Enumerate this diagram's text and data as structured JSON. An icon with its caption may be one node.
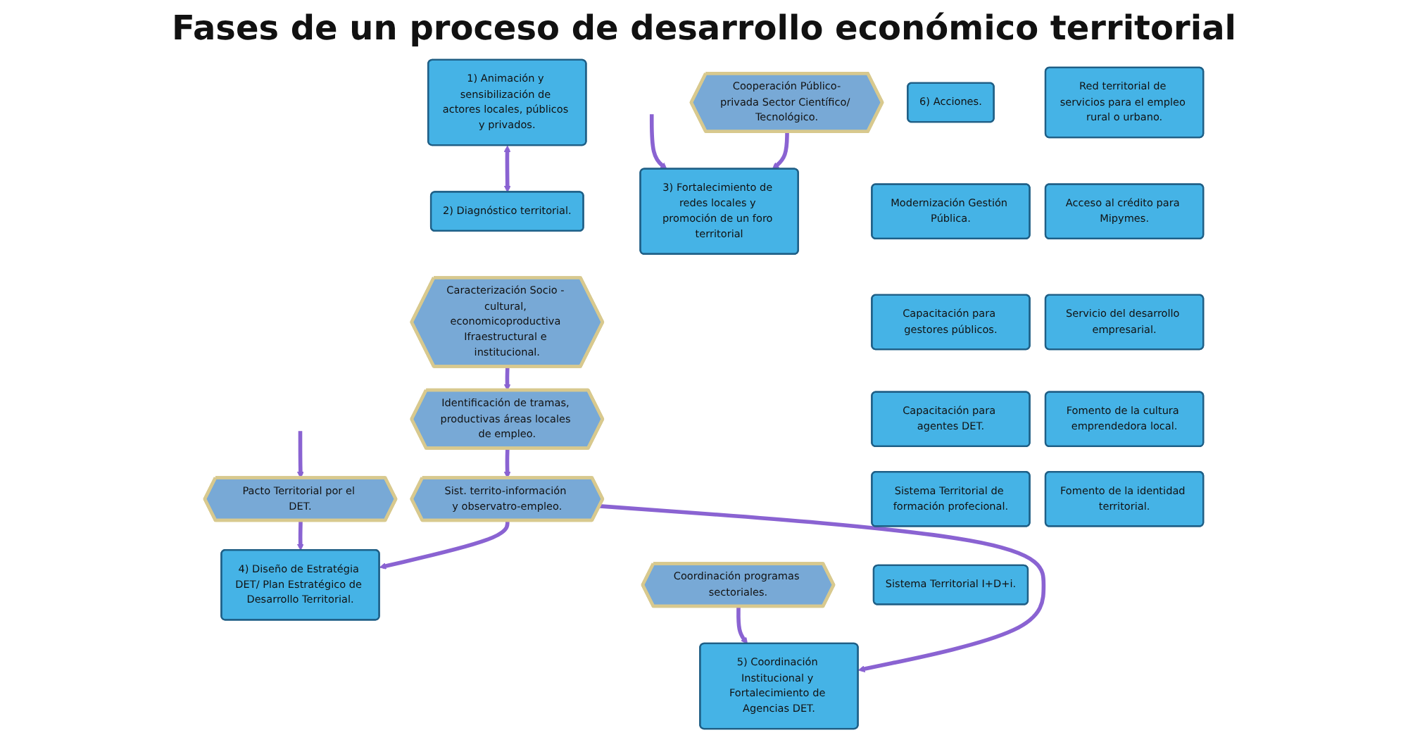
{
  "diagram": {
    "title": "Fases de un proceso de desarrollo económico territorial",
    "nodes": [
      {
        "text": [
          "1) Animación y sensibilización de actores locales, públicos y privados."
        ]
      },
      {
        "text": [
          "2) Diagnóstico territorial."
        ]
      },
      {
        "text": [
          "Caracterización Socio - cultural, economicoproductiva Ifraestructural e institucional."
        ]
      },
      {
        "text": [
          "Identificación de tramas, productivas áreas locales de empleo."
        ]
      },
      {
        "text": [
          "3) Fortalecimiento de redes locales y promoción de un foro territorial"
        ]
      },
      {
        "text": [
          "Cooperación Público-privada Sector Científico/ Tecnológico."
        ]
      },
      {
        "text": [
          "Pacto Territorial por el DET."
        ]
      },
      {
        "text": [
          "4) Diseño de Estratégia DET/ Plan Estratégico de Desarrollo Territorial."
        ]
      },
      {
        "text": [
          "Sist. territo-información y observatro-empleo."
        ]
      },
      {
        "text": [
          "Coordinación programas sectoriales."
        ]
      },
      {
        "text": [
          "5) Coordinación Institucional y Fortalecimiento de Agencias DET."
        ]
      },
      {
        "text": [
          "6) Acciones."
        ]
      },
      {
        "text": [
          "Modernización Gestión Pública."
        ]
      },
      {
        "text": [
          "Capacitación para gestores públicos."
        ]
      },
      {
        "text": [
          "Capacitación para agentes DET."
        ]
      },
      {
        "text": [
          "Sistema Territorial de formación profecional."
        ]
      },
      {
        "text": [
          "Sistema Territorial I+D+i."
        ]
      },
      {
        "text": [
          "Red territorial de servicios para el empleo rural o urbano."
        ]
      },
      {
        "text": [
          "Acceso al crédito para Mipymes."
        ]
      },
      {
        "text": [
          "Servicio del desarrollo empresarial."
        ]
      },
      {
        "text": [
          "Fomento de la cultura emprendedora local."
        ]
      },
      {
        "text": [
          "Fomento de la identidad territorial."
        ]
      }
    ],
    "edges": [
      {
        "from": 0,
        "to": 1,
        "arrow": "both"
      },
      {
        "from": 2,
        "to": 3,
        "arrow": "to"
      },
      {
        "from": null,
        "to": 4,
        "arrow": "to"
      },
      {
        "from": 5,
        "to": 4,
        "arrow": "to"
      },
      {
        "from": null,
        "to": 6,
        "arrow": "to"
      },
      {
        "from": 3,
        "to": 8,
        "arrow": "to"
      },
      {
        "from": 6,
        "to": 7,
        "arrow": "to"
      },
      {
        "from": 8,
        "to": 7,
        "arrow": "to"
      },
      {
        "from": 9,
        "to": 10,
        "arrow": "to"
      },
      {
        "from": 8,
        "to": 10,
        "arrow": "to"
      }
    ]
  }
}
